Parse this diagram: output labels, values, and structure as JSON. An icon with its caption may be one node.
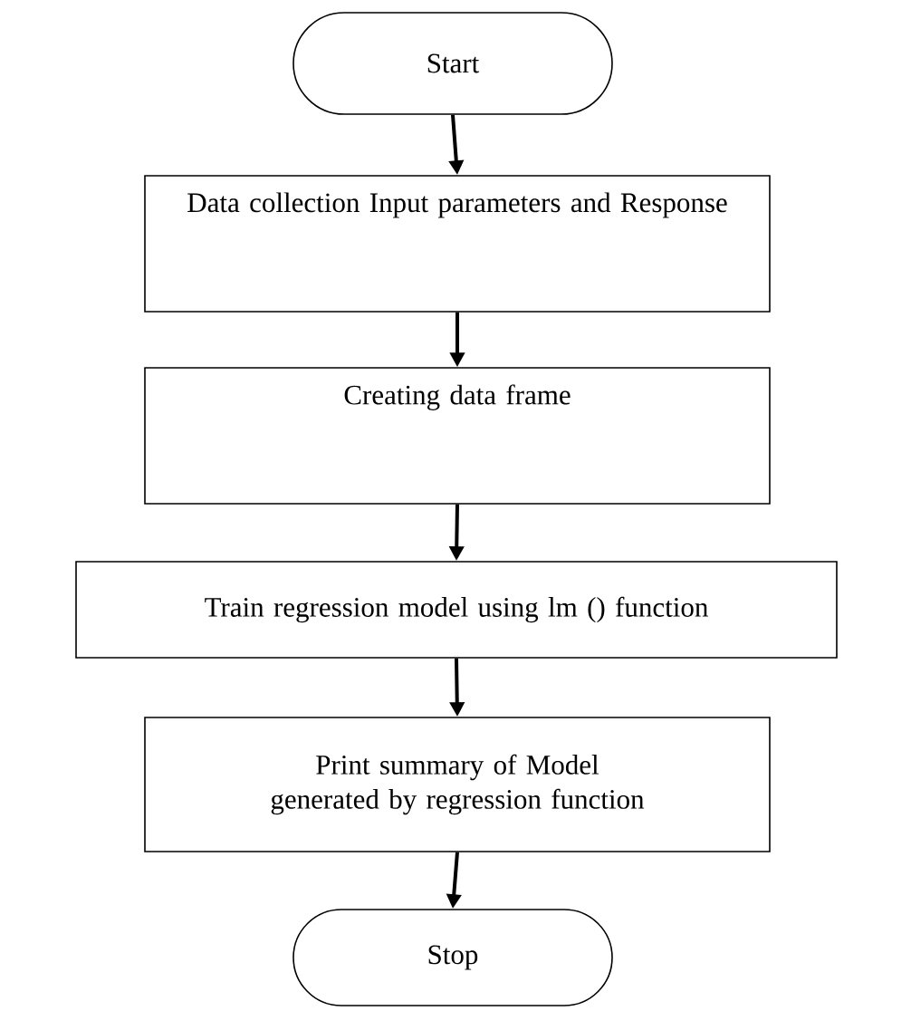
{
  "diagram": {
    "nodes": [
      {
        "text": [
          "Start"
        ]
      },
      {
        "text": [
          "Data collection Input parameters and Response"
        ]
      },
      {
        "text": [
          "Creating data frame"
        ]
      },
      {
        "text": [
          "Train regression model using lm () function"
        ]
      },
      {
        "text": [
          "Print summary of Model generated by regression function"
        ]
      },
      {
        "text": [
          "Stop"
        ]
      }
    ],
    "edges": [
      {
        "from": 0,
        "to": 1,
        "arrow": "to"
      },
      {
        "from": 1,
        "to": 2,
        "arrow": "to"
      },
      {
        "from": 2,
        "to": 3,
        "arrow": "to"
      },
      {
        "from": 3,
        "to": 4,
        "arrow": "to"
      },
      {
        "from": 4,
        "to": 5,
        "arrow": "to"
      }
    ]
  }
}
